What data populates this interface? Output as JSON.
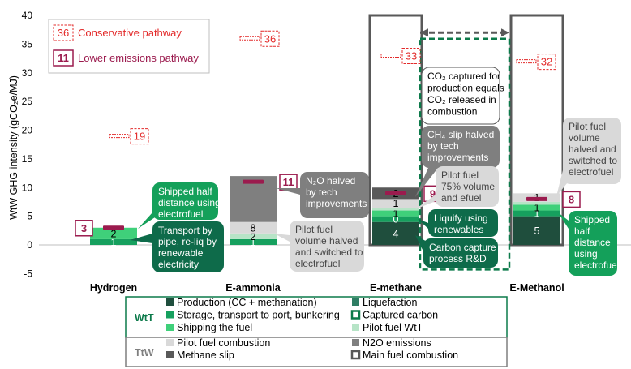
{
  "chart_data": {
    "type": "bar",
    "stacked": true,
    "ylabel": "WtW GHG intensity (gCO₂e/MJ)",
    "ylim": [
      -5,
      40
    ],
    "yticks": [
      -5,
      0,
      5,
      10,
      15,
      20,
      25,
      30,
      35,
      40
    ],
    "grid": false,
    "categories": [
      "Hydrogen",
      "E-ammonia",
      "E-methane",
      "E-Methanol"
    ],
    "colors": {
      "production": "#1f4e3d",
      "liquefaction": "#2e7d64",
      "storage": "#16a05e",
      "captured": "#0c7a4a",
      "shipping": "#3fd07a",
      "pilot_wtt": "#b7e4c7",
      "pilot_comb": "#d9d9d9",
      "n2o": "#7f7f7f",
      "methane_slip": "#595959",
      "main_comb": "#595959",
      "conservative": "#e32b2b",
      "lower": "#9b1b4e",
      "callout_green": "#14a05a",
      "callout_dark": "#0e6b4a",
      "callout_grey": "#7f7f7f",
      "callout_light": "#d9d9d9"
    },
    "series": [
      {
        "name": "Production (CC + methanation)",
        "values": [
          0,
          0,
          4,
          5
        ]
      },
      {
        "name": "Liquefaction",
        "values": [
          0,
          0,
          0,
          0
        ]
      },
      {
        "name": "Storage, transport to port, bunkering",
        "values": [
          1,
          1,
          1,
          1
        ]
      },
      {
        "name": "Shipping the fuel",
        "values": [
          2,
          0,
          1,
          1
        ]
      },
      {
        "name": "Pilot fuel WtT",
        "values": [
          0,
          1,
          0.5,
          0.5
        ]
      },
      {
        "name": "Pilot fuel combustion",
        "values": [
          0,
          2,
          1.5,
          1.5
        ]
      },
      {
        "name": "N2O emissions",
        "values": [
          0,
          8,
          0,
          0
        ]
      },
      {
        "name": "Methane slip",
        "values": [
          0,
          0,
          2,
          0
        ]
      }
    ],
    "segment_labels": [
      [
        "1",
        "2"
      ],
      [
        "1",
        "2",
        "8"
      ],
      [
        "4",
        "0",
        "1",
        "1",
        "2"
      ],
      [
        "5",
        "1",
        "1",
        "1"
      ]
    ],
    "conservative_values": [
      19,
      36,
      33,
      32
    ],
    "lower_values": [
      3,
      11,
      9,
      8
    ],
    "legend_pathways": {
      "conservative_value": "36",
      "conservative_label": "Conservative pathway",
      "lower_value": "11",
      "lower_label": "Lower emissions pathway"
    },
    "annotations": {
      "h2_top": [
        "Shipped half",
        "distance using",
        "electrofuel"
      ],
      "h2_bottom": [
        "Transport by",
        "pipe, re-liq by",
        "renewable",
        "electricity"
      ],
      "nh3_n2o": [
        "N₂O halved",
        "by tech",
        "improvements"
      ],
      "nh3_pilot": [
        "Pilot fuel",
        "volume halved",
        "and switched to",
        "electrofuel"
      ],
      "ch4_co2": [
        "CO₂ captured for",
        "production equals",
        "CO₂ released in",
        "combustion"
      ],
      "ch4_slip": [
        "CH₄ slip halved",
        "by tech",
        "improvements"
      ],
      "ch4_pilot": [
        "Pilot fuel",
        "75% volume",
        "and efuel"
      ],
      "ch4_liq": [
        "Liquify using",
        "renewables"
      ],
      "ch4_cc": [
        "Carbon capture",
        "process R&D"
      ],
      "meoh_pilot": [
        "Pilot fuel",
        "volume",
        "halved and",
        "switched to",
        "electrofuel"
      ],
      "meoh_ship": [
        "Shipped",
        "half",
        "distance",
        "using",
        "electrofuel"
      ]
    },
    "legend": {
      "wtt_label": "WtT",
      "ttw_label": "TtW",
      "wtt_items": [
        "Production (CC + methanation)",
        "Liquefaction",
        "Storage, transport to port, bunkering",
        "Captured carbon",
        "Shipping the fuel",
        "Pilot fuel WtT"
      ],
      "ttw_items": [
        "Pilot fuel combustion",
        "N2O emissions",
        "Methane slip",
        "Main fuel combustion"
      ]
    }
  }
}
